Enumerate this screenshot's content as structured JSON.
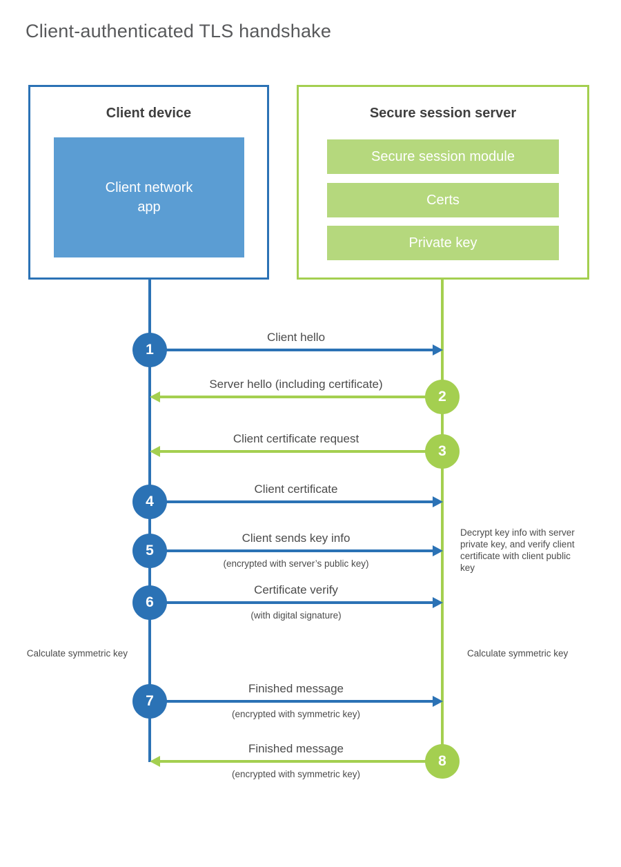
{
  "header": {
    "title": "Client-authenticated TLS handshake"
  },
  "colors": {
    "blue_accent": "#2b72b5",
    "blue_fill": "#5b9dd3",
    "green_accent": "#a4cf50",
    "green_fill": "#b5d87d",
    "text_dark": "#3f3f3f",
    "text_gray": "#4b4b4b"
  },
  "client_box": {
    "title": "Client device",
    "app_label": "Client network app"
  },
  "server_box": {
    "title": "Secure session server",
    "modules": [
      "Secure session module",
      "Certs",
      "Private key"
    ]
  },
  "messages": [
    {
      "step": "1",
      "label": "Client hello",
      "direction": "client-to-server"
    },
    {
      "step": "2",
      "label": "Server hello (including certificate)",
      "direction": "server-to-client"
    },
    {
      "step": "3",
      "label": "Client certificate request",
      "direction": "server-to-client"
    },
    {
      "step": "4",
      "label": "Client certificate",
      "direction": "client-to-server"
    },
    {
      "step": "5",
      "label": "Client sends key info",
      "sub": "(encrypted with server’s public key)",
      "direction": "client-to-server"
    },
    {
      "step": "6",
      "label": "Certificate verify",
      "sub": "(with digital signature)",
      "direction": "client-to-server"
    },
    {
      "step": "7",
      "label": "Finished message",
      "sub": "(encrypted with symmetric key)",
      "direction": "client-to-server"
    },
    {
      "step": "8",
      "label": "Finished message",
      "sub": "(encrypted with symmetric key)",
      "direction": "server-to-client"
    }
  ],
  "annotations": {
    "decrypt_note": "Decrypt key info with server private key, and verify client certificate with client public key",
    "calculate_left": "Calculate symmetric key",
    "calculate_right": "Calculate symmetric key"
  }
}
